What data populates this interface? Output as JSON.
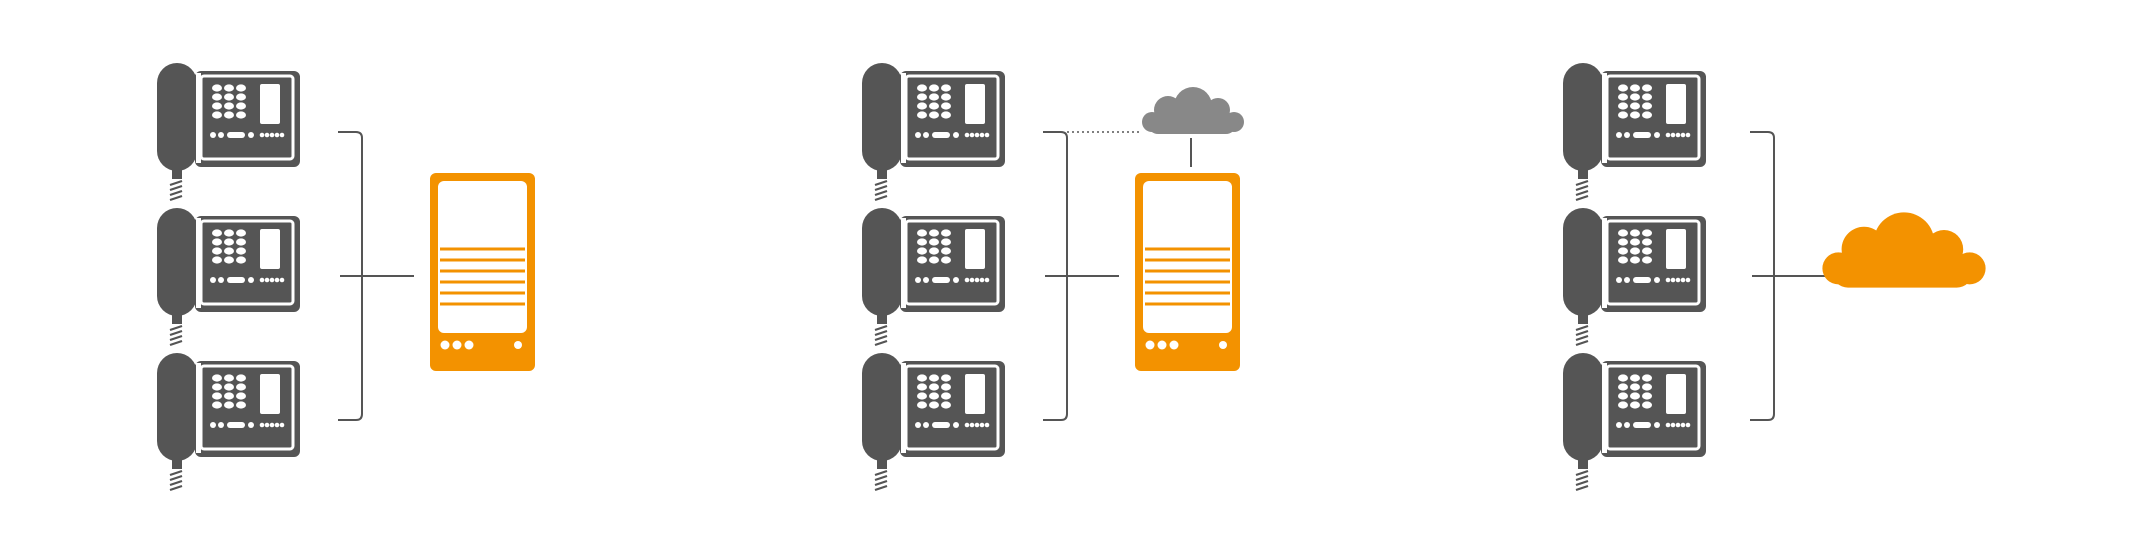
{
  "colors": {
    "phone": "#555555",
    "phone_keys": "#ffffff",
    "server": "#f39200",
    "cloud_small": "#888888",
    "cloud_large": "#f39200",
    "connector": "#555555",
    "background": "#ffffff"
  },
  "icons": {
    "phone": "desk-phone-icon",
    "server": "pbx-server-icon",
    "cloud": "cloud-icon"
  },
  "scenarios": [
    {
      "id": "on-premise",
      "phones": 3,
      "target": "server",
      "extra_cloud": false
    },
    {
      "id": "hybrid",
      "phones": 3,
      "target": "server",
      "extra_cloud": true
    },
    {
      "id": "cloud",
      "phones": 3,
      "target": "cloud",
      "extra_cloud": false
    }
  ]
}
